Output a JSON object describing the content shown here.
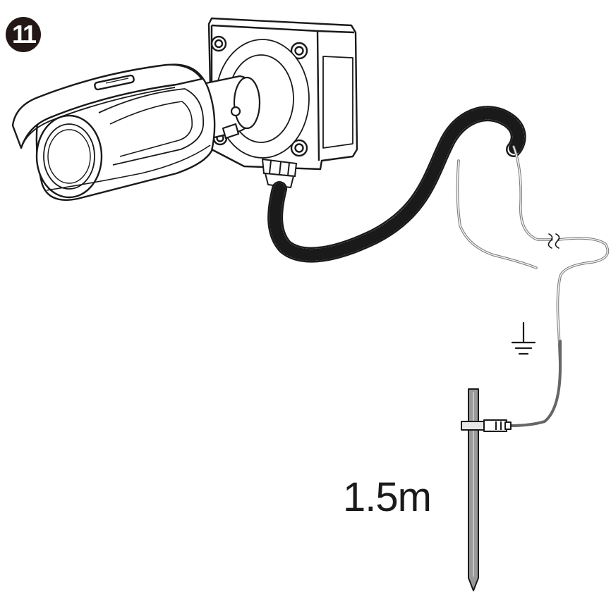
{
  "step": {
    "number": "11"
  },
  "ground_rod": {
    "depth_label": "1.5m"
  },
  "symbols": {
    "ground": "ground-symbol"
  },
  "colors": {
    "outline": "#1a1a1a",
    "badge_bg": "#231815",
    "wire": "#888888",
    "rod_fill": "#9a9a9a"
  }
}
